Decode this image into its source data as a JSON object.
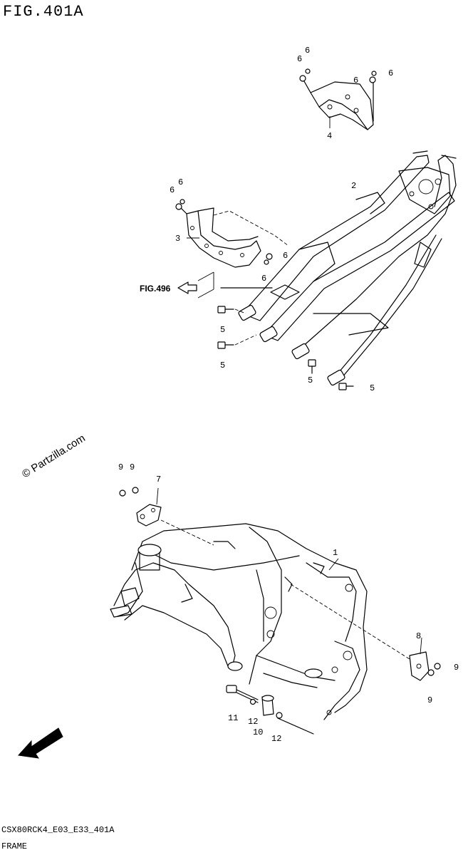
{
  "figure": {
    "title": "FIG.401A",
    "code": "CSX80RCK4_E03_E33_401A",
    "name": "FRAME"
  },
  "watermark": "© Partzilla.com",
  "fwd_label": "FWD",
  "fig_reference": "FIG.496",
  "callouts": {
    "c1": "1",
    "c2": "2",
    "c3": "3",
    "c4": "4",
    "c5a": "5",
    "c5b": "5",
    "c5c": "5",
    "c5d": "5",
    "c6a": "6",
    "c6b": "6",
    "c6c": "6",
    "c6d": "6",
    "c6e": "6",
    "c6f": "6",
    "c6g": "6",
    "c6h": "6",
    "c7": "7",
    "c8": "8",
    "c9a": "9",
    "c9b": "9",
    "c9c": "9",
    "c9d": "9",
    "c10": "10",
    "c11": "11",
    "c12a": "12",
    "c12b": "12"
  }
}
